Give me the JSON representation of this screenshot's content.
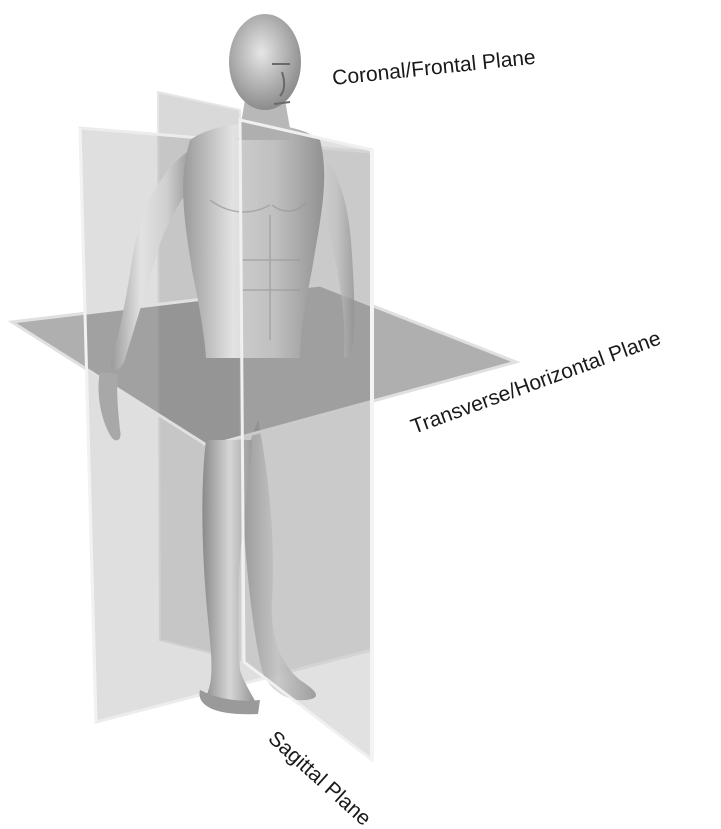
{
  "labels": {
    "coronal": "Coronal/Frontal Plane",
    "transverse": "Transverse/Horizontal Plane",
    "sagittal": "Sagittal Plane"
  },
  "colors": {
    "background": "#ffffff",
    "plane_fill": "#9c9c9c",
    "plane_edge": "#e8e8e8",
    "skin": "#c8c8c8",
    "text": "#1a1a1a"
  }
}
